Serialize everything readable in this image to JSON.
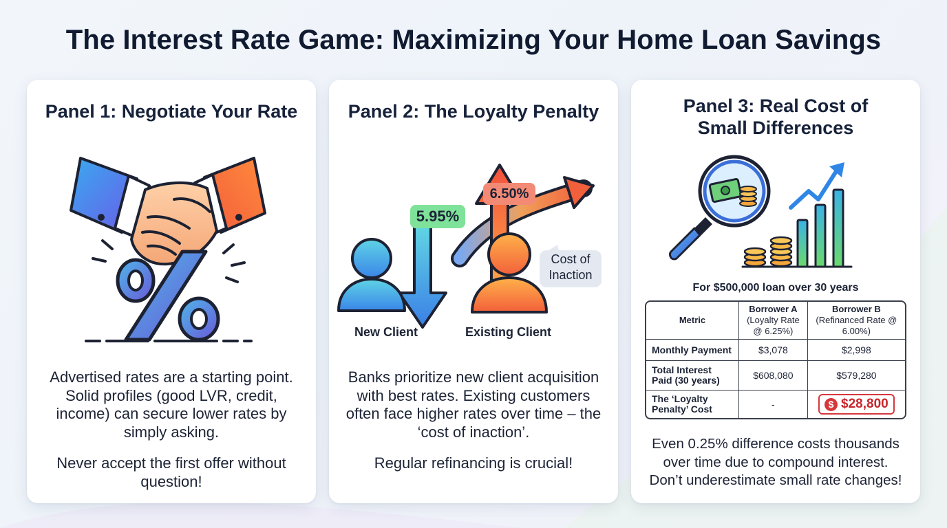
{
  "header": {
    "title": "The Interest Rate Game: Maximizing Your Home Loan Savings"
  },
  "panel1": {
    "title": "Panel 1: Negotiate Your Rate",
    "body": "Advertised rates are a starting point. Solid profiles (good LVR, credit, income) can secure lower rates by simply asking.",
    "tip": "Never accept the first offer without question!",
    "icons": [
      "handshake-icon",
      "percent-icon"
    ]
  },
  "panel2": {
    "title": "Panel 2: The Loyalty Penalty",
    "new_rate": "5.95%",
    "existing_rate": "6.50%",
    "new_label": "New Client",
    "existing_label": "Existing Client",
    "bubble_line1": "Cost of",
    "bubble_line2": "Inaction",
    "body": "Banks prioritize new client acquisition with best rates. Existing customers often face higher rates over time – the ‘cost of inaction’.",
    "tip": "Regular refinancing is crucial!",
    "colors": {
      "new_rate": "#7ee29a",
      "existing_rate": "#f38a76"
    }
  },
  "panel3": {
    "title_line1": "Panel 3: Real Cost of",
    "title_line2": "Small Differences",
    "caption": "For $500,000 loan over 30 years",
    "table": {
      "headers": {
        "metric": "Metric",
        "a_name": "Borrower A",
        "a_sub": "(Loyalty Rate @ 6.25%)",
        "b_name": "Borrower B",
        "b_sub": "(Refinanced Rate @ 6.00%)"
      },
      "rows": [
        {
          "metric": "Monthly Payment",
          "a": "$3,078",
          "b": "$2,998"
        },
        {
          "metric": "Total Interest Paid (30 years)",
          "a": "$608,080",
          "b": "$579,280"
        },
        {
          "metric": "The ‘Loyalty Penalty’ Cost",
          "a": "-",
          "b": "$28,800"
        }
      ],
      "dollar_symbol": "$"
    },
    "body": "Even 0.25% difference costs thousands over time due to compound interest. Don’t underestimate small rate changes!",
    "icons": [
      "magnifier-money-icon",
      "bar-chart-icon",
      "coin-stack-icon",
      "trend-arrow-icon"
    ],
    "colors": {
      "penalty": "#d6373b"
    }
  }
}
